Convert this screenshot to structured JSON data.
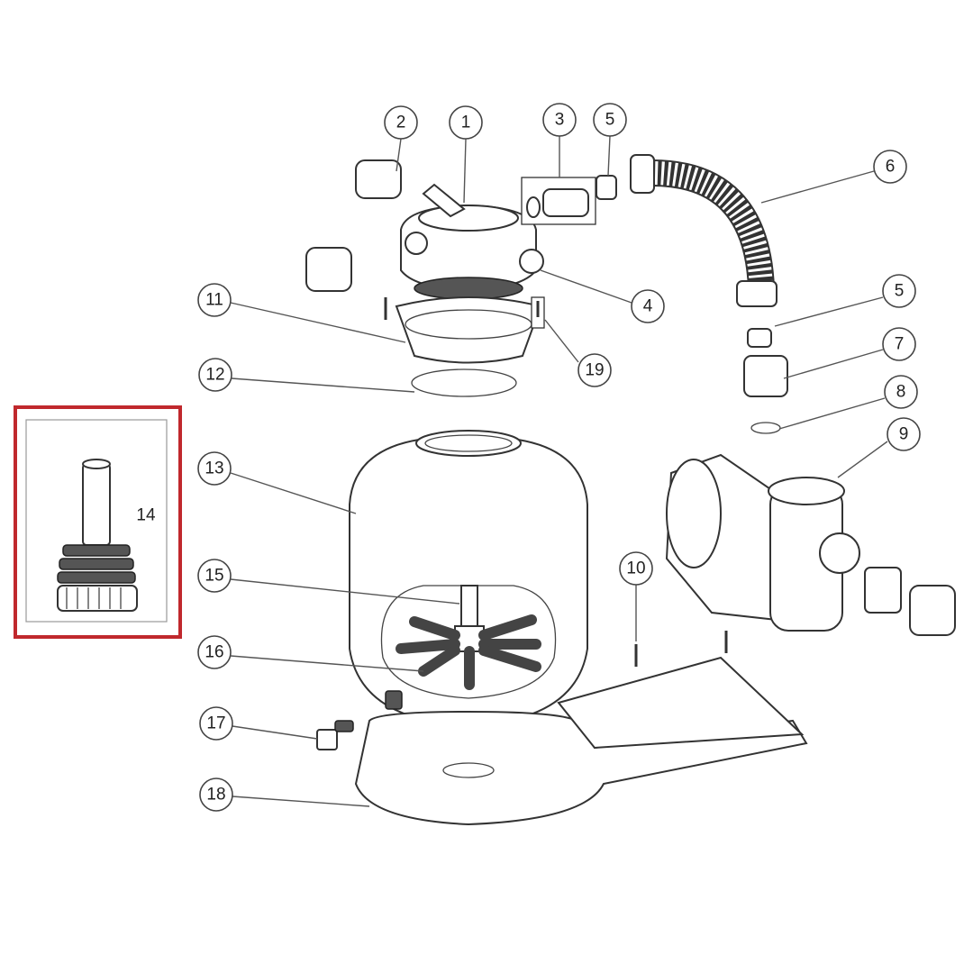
{
  "diagram": {
    "highlight_color": "#c0282d",
    "highlighted_part": "14",
    "callouts": [
      {
        "id": "c1",
        "label": "1"
      },
      {
        "id": "c2",
        "label": "2"
      },
      {
        "id": "c3",
        "label": "3"
      },
      {
        "id": "c5a",
        "label": "5"
      },
      {
        "id": "c6",
        "label": "6"
      },
      {
        "id": "c4",
        "label": "4"
      },
      {
        "id": "c5b",
        "label": "5"
      },
      {
        "id": "c7",
        "label": "7"
      },
      {
        "id": "c8",
        "label": "8"
      },
      {
        "id": "c9",
        "label": "9"
      },
      {
        "id": "c11",
        "label": "11"
      },
      {
        "id": "c12",
        "label": "12"
      },
      {
        "id": "c19",
        "label": "19"
      },
      {
        "id": "c13",
        "label": "13"
      },
      {
        "id": "c14",
        "label": "14"
      },
      {
        "id": "c15",
        "label": "15"
      },
      {
        "id": "c16",
        "label": "16"
      },
      {
        "id": "c10",
        "label": "10"
      },
      {
        "id": "c17",
        "label": "17"
      },
      {
        "id": "c18",
        "label": "18"
      }
    ]
  }
}
